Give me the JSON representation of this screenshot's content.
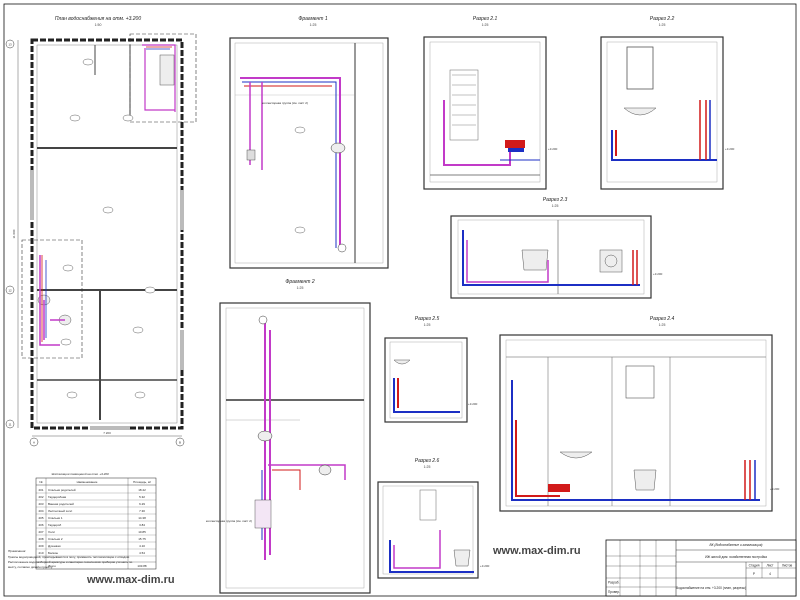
{
  "views": {
    "plan": {
      "title": "План водоснабжения на отм. +3.200",
      "scale": "1:50"
    },
    "frag1": {
      "title": "Фрагмент 1",
      "scale": "1:25"
    },
    "s21": {
      "title": "Разрез 2.1",
      "scale": "1:25"
    },
    "s22": {
      "title": "Разрез 2.2",
      "scale": "1:25"
    },
    "s23": {
      "title": "Разрез 2.3",
      "scale": "1:25"
    },
    "frag2": {
      "title": "Фрагмент 2",
      "scale": "1:25"
    },
    "s25": {
      "title": "Разрез 2.5",
      "scale": "1:25"
    },
    "s24": {
      "title": "Разрез 2.4",
      "scale": "1:25"
    },
    "s26": {
      "title": "Разрез 2.6",
      "scale": "1:25"
    }
  },
  "plan_dims": {
    "width": "7 200",
    "height": "11 000"
  },
  "axes": {
    "rows": [
      "13",
      "12",
      "11"
    ],
    "cols": [
      "А",
      "В"
    ]
  },
  "levels": {
    "l1": "+3.200"
  },
  "annotations": {
    "collector1": "коллекторная группа (см. лист 2)",
    "collector2": "коллекторная группа (см. лист 2)"
  },
  "explication": {
    "title": "Экспликация помещений на отм. +3.200",
    "headers": [
      "№",
      "Наименование",
      "Площадь, м²"
    ],
    "rows": [
      [
        "201",
        "Спальня родителей",
        "18.42"
      ],
      [
        "202",
        "Гардеробная",
        "5.32"
      ],
      [
        "203",
        "Ванная родителей",
        "6.29"
      ],
      [
        "204",
        "Лестничный холл",
        "7.30"
      ],
      [
        "205",
        "Спальня 1",
        "14.38"
      ],
      [
        "206",
        "Гардероб",
        "3.84"
      ],
      [
        "207",
        "Холл",
        "10.85"
      ],
      [
        "208",
        "Спальня 2",
        "15.75"
      ],
      [
        "209",
        "Душевая",
        "4.10"
      ],
      [
        "210",
        "Балкон",
        "4.54"
      ]
    ],
    "total_label": "Итого",
    "total_value": "103.88"
  },
  "notes": {
    "title": "Примечания:",
    "lines": [
      "Трассы водопроводной, прокладываются в полу, применять теплоизоляцию с отводом.",
      "Расположение водоразборной арматуры и санитарно-технических приборов уточнить по",
      "месту, согласно дизайн проекту."
    ]
  },
  "watermark": "www.max-dim.ru",
  "stamp": {
    "doc_title": "ВК (Водоснабжение и канализация)",
    "project": "ИЖ жилой дом: хозяйственная постройка",
    "stage_header": "Стадия",
    "sheet_header": "Лист",
    "sheets_header": "Листов",
    "stage": "Р",
    "sheet": "4",
    "sheet_name": "Водоснабжение на отм. +3.200 (план, разрезы)",
    "rows": [
      "Разраб.",
      "Провер."
    ]
  },
  "colors": {
    "hot": "#d21a1a",
    "cold": "#1c2fc4",
    "circ": "#c23ac8",
    "wall": "#777777"
  }
}
